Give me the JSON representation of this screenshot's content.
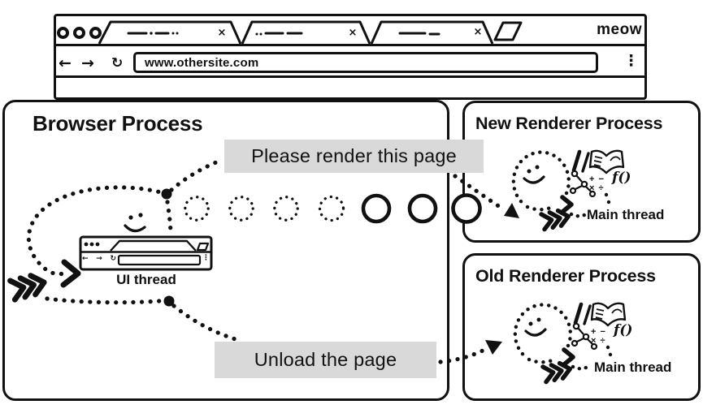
{
  "window": {
    "brand": "meow",
    "url": "www.othersite.com",
    "icons": {
      "back": "←",
      "forward": "→",
      "reload": "↻",
      "menu": "⋮",
      "close": "×"
    }
  },
  "browser_process": {
    "title": "Browser Process",
    "thread_label": "UI thread"
  },
  "messages": {
    "render_page": "Please render this page",
    "unload_page": "Unload the page"
  },
  "new_renderer_process": {
    "title": "New Renderer Process",
    "thread_label": "Main thread"
  },
  "old_renderer_process": {
    "title": "Old Renderer Process",
    "thread_label": "Main thread"
  },
  "glyphs": {
    "math_row1": "+ −",
    "math_row2": "× ÷",
    "function": "f()"
  },
  "colors": {
    "ink": "#111111",
    "label_bg": "#d9d9d9",
    "spinner_blue": "#3fa1e9"
  }
}
